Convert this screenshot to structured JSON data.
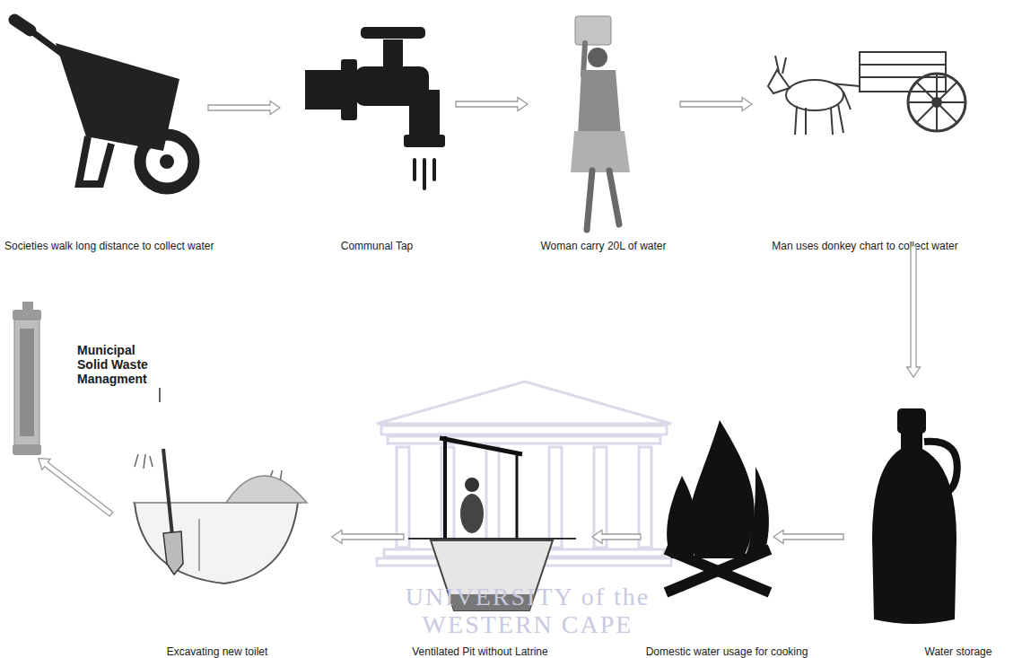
{
  "diagram": {
    "nodes": [
      {
        "text": [
          "Societies walk long distance to collect water"
        ]
      },
      {
        "text": [
          "Communal Tap"
        ]
      },
      {
        "text": [
          "Woman carry 20L of water"
        ]
      },
      {
        "text": [
          "Man uses donkey chart to collect water"
        ]
      },
      {
        "text": [
          "Water storage"
        ]
      },
      {
        "text": [
          "Domestic water usage for cooking"
        ]
      },
      {
        "text": [
          "Ventilated Pit without Latrine"
        ]
      },
      {
        "text": [
          "Excavating new toilet"
        ]
      },
      {
        "text": [
          "Municipal Solid Waste Managment"
        ]
      }
    ],
    "edges": [
      {
        "from": 0,
        "to": 1,
        "arrow": "to"
      },
      {
        "from": 1,
        "to": 2,
        "arrow": "to"
      },
      {
        "from": 2,
        "to": 3,
        "arrow": "to"
      },
      {
        "from": 3,
        "to": 4,
        "arrow": "to"
      },
      {
        "from": 4,
        "to": 5,
        "arrow": "to"
      },
      {
        "from": 5,
        "to": 6,
        "arrow": "to"
      },
      {
        "from": 6,
        "to": 7,
        "arrow": "to"
      },
      {
        "from": 7,
        "to": 8,
        "arrow": "to"
      }
    ],
    "labels": [
      "UNIVERSITY of the",
      "WESTERN CAPE"
    ]
  }
}
